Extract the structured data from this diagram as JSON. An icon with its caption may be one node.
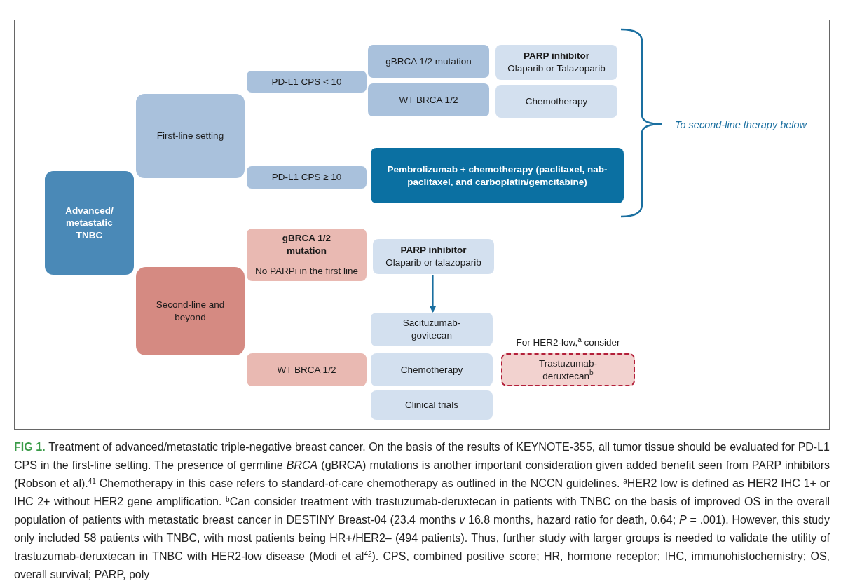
{
  "diagram": {
    "caption": "**FIG 1.** Treatment of advanced/metastatic triple-negative breast cancer. On the basis of the results of KEYNOTE-355, all tumor tissue should be evaluated for PD-L1 CPS in the first-line setting. The presence of germline *BRCA* (gBRCA) mutations is another important consideration given added benefit seen from PARP inhibitors (Robson et al).$^{41}$ Chemotherapy in this case refers to standard-of-care chemotherapy as outlined in the NCCN guidelines. $^{a}$HER2 low is defined as HER2 IHC 1+ or IHC 2+ without HER2 gene amplification. $^{b}$Can consider treatment with trastuzumab-deruxtecan in patients with TNBC on the basis of improved OS in the overall population of patients with metastatic breast cancer in DESTINY Breast-04 (23.4 months *v* 16.8 months, hazard ratio for death, 0.64; *P* = .001). However, this study only included 58 patients with TNBC, with most patients being HR+/HER2– (494 patients). Thus, further study with larger groups is needed to validate the utility of trastuzumab-deruxtecan in TNBC with HER2-low disease (Modi et al$^{42}$). CPS, combined positive score; HR, hormone receptor; IHC, immunohistochemistry; OS, overall survival; PARP, poly",
    "nodes": [
      {
        "text": [
          "Advanced/ metastatic TNBC"
        ]
      },
      {
        "text": [
          "First-line setting"
        ]
      },
      {
        "text": [
          "PD-L1 CPS < 10"
        ]
      },
      {
        "text": [
          "gBRCA 1/2 mutation"
        ]
      },
      {
        "text": [
          "PARP inhibitor",
          "Olaparib or Talazoparib"
        ]
      },
      {
        "text": [
          "WT BRCA 1/2"
        ]
      },
      {
        "text": [
          "Chemotherapy"
        ]
      },
      {
        "text": [
          "PD-L1 CPS ≥ 10"
        ]
      },
      {
        "text": [
          "Pembrolizumab + chemotherapy (paclitaxel, nab-paclitaxel, and carboplatin/gemcitabine)"
        ]
      },
      {
        "text": [
          "Second-line and beyond"
        ]
      },
      {
        "text": [
          "gBRCA 1/2 mutation",
          "No PARPi in the first line"
        ]
      },
      {
        "text": [
          "PARP inhibitor",
          "Olaparib or talazoparib"
        ]
      },
      {
        "text": [
          "Sacituzumab-govitecan"
        ]
      },
      {
        "text": [
          "WT BRCA 1/2"
        ]
      },
      {
        "text": [
          "Chemotherapy"
        ]
      },
      {
        "text": [
          "Clinical trials"
        ]
      },
      {
        "text": [
          "Trastuzumab-deruxtecan$^{b}$"
        ],
        "beside": [
          "For HER2-low,$^{a}$ consider"
        ]
      }
    ],
    "edges": [
      {
        "from": 11,
        "to": 12,
        "arrow": "to"
      }
    ],
    "labels": [
      "To second-line therapy below"
    ]
  }
}
